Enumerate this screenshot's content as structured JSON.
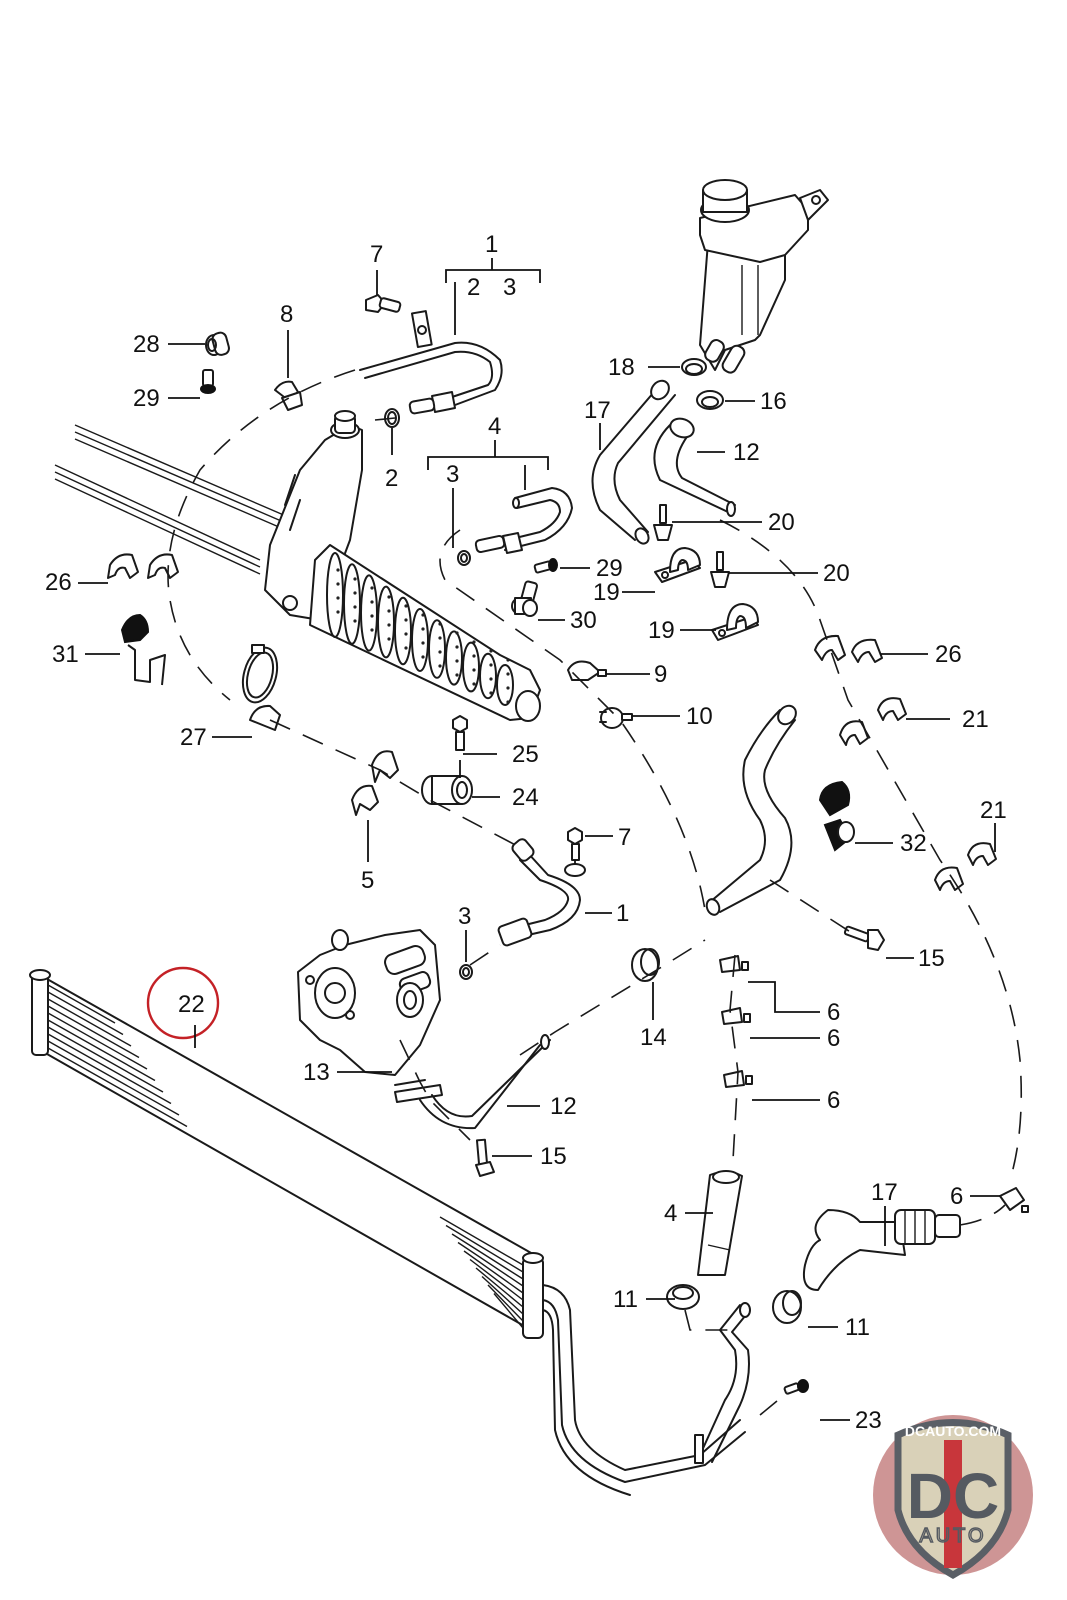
{
  "diagram": {
    "title": "Power steering hydraulic system exploded parts diagram",
    "highlighted_part": "22",
    "highlight_color": "#c42126",
    "line_color": "#1a1a1a",
    "background": "#ffffff"
  },
  "callouts": {
    "c1_top": "1",
    "c1_sub2": "2",
    "c1_sub3": "3",
    "c7_top": "7",
    "c8": "8",
    "c28": "28",
    "c29_left": "29",
    "c2": "2",
    "c4_top": "4",
    "c4_sub3": "3",
    "c26_left": "26",
    "c31": "31",
    "c27": "27",
    "c25": "25",
    "c24": "24",
    "c5": "5",
    "c7_mid": "7",
    "c1_mid": "1",
    "c3_mid": "3",
    "c22": "22",
    "c13": "13",
    "c12_low": "12",
    "c15_low": "15",
    "c18": "18",
    "c16": "16",
    "c17_top": "17",
    "c12_top": "12",
    "c20_a": "20",
    "c20_b": "20",
    "c29_mid": "29",
    "c19_a": "19",
    "c30": "30",
    "c19_b": "19",
    "c26_right": "26",
    "c9": "9",
    "c10": "10",
    "c21_a": "21",
    "c32": "32",
    "c21_b": "21",
    "c15_mid": "15",
    "c14": "14",
    "c6_a": "6",
    "c6_b": "6",
    "c6_c": "6",
    "c6_d": "6",
    "c4_low": "4",
    "c17_low": "17",
    "c11_a": "11",
    "c11_b": "11",
    "c23": "23"
  },
  "logo": {
    "site": "DCAUTO.COM",
    "mark": "DC",
    "sub": "AUTO",
    "colors": {
      "circle": "#c98a8a",
      "shield": "#d9d1b8",
      "shield_border": "#5a5f66",
      "stripe": "#c8363b",
      "letters": "#555a61"
    }
  }
}
